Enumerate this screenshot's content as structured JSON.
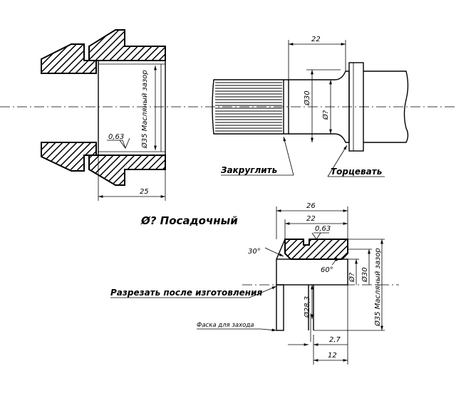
{
  "title": "Ø? Посадочный",
  "labels": {
    "round": "Закруглить",
    "face": "Торцевать",
    "cut": "Разрезать после изготовления",
    "chamfer": "Фаска для захода"
  },
  "dims": {
    "bush_len": "25",
    "bush_gap": "Ø35 Масляный зазор",
    "bush_rough": "0,63",
    "shaft_len": "22",
    "shaft_d30": "Ø30",
    "shaft_dq": "Ø?",
    "part_len26": "26",
    "part_len22": "22",
    "part_rough": "0,63",
    "angle30": "30°",
    "angle60": "60°",
    "part_dq": "Ø?",
    "part_d30": "Ø30",
    "part_gap": "Ø35 Масляный зазор",
    "part_d283": "Ø28,3",
    "part_27": "2,7",
    "part_12": "12"
  }
}
